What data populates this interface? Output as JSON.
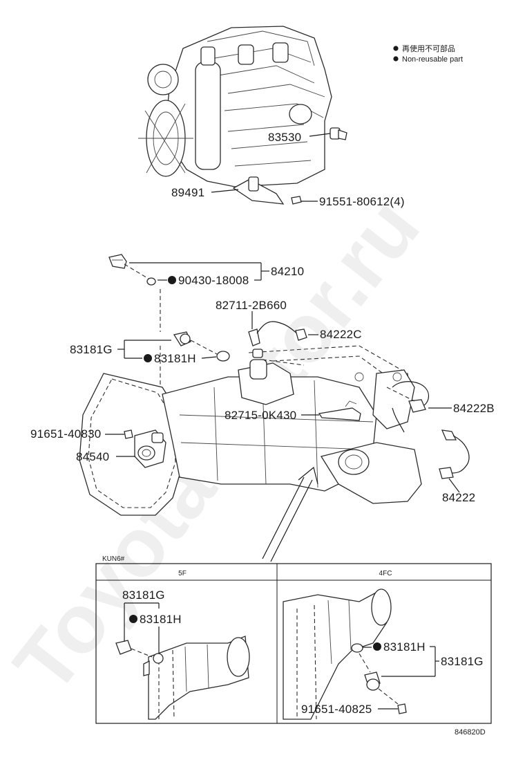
{
  "legend": {
    "jp_text": "再使用不可部品",
    "en_text": "Non-reusable part"
  },
  "callouts": {
    "p83530": "83530",
    "p89491": "89491",
    "p91551": "91551-80612(4)",
    "p84210": "84210",
    "p90430": "90430-18008",
    "p82711": "82711-2B660",
    "p84222C": "84222C",
    "p83181G": "83181G",
    "p83181H": "83181H",
    "p84222B": "84222B",
    "p82715": "82715-0K430",
    "p91651_830": "91651-40830",
    "p84540": "84540",
    "p84222": "84222"
  },
  "inset": {
    "model": "KUN6#",
    "col_left": "5F",
    "col_right": "4FC",
    "left_g": "83181G",
    "left_h": "83181H",
    "right_h": "83181H",
    "right_g": "83181G",
    "right_bolt": "91651-40825"
  },
  "figure_id": "846820D",
  "watermark": "ToyotaMotor.ru",
  "colors": {
    "ink": "#1a1a1a",
    "watermark": "#000000"
  }
}
